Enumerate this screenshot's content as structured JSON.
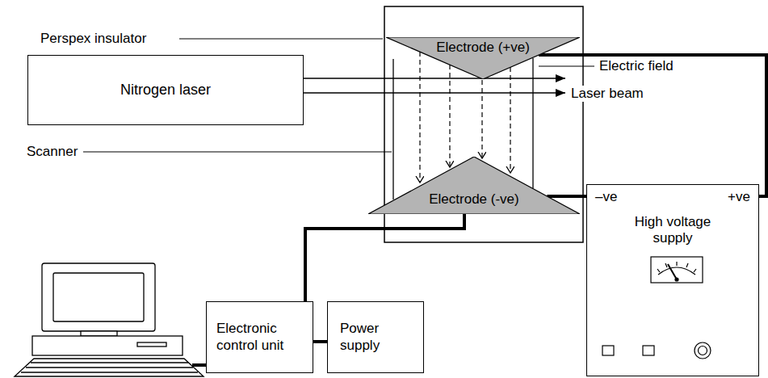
{
  "diagram": {
    "nodes": [
      {
        "text": [
          "Electrode (+ve)"
        ]
      },
      {
        "text": [
          "Nitrogen laser"
        ]
      },
      {
        "text": [
          "Electrode (-ve)"
        ]
      },
      {
        "text": [
          "–ve",
          "+ve",
          "High voltage supply"
        ]
      },
      {
        "text": [
          "Electronic control unit"
        ]
      },
      {
        "text": [
          "Power supply"
        ]
      }
    ],
    "edges": [
      {
        "from": 0,
        "to": 3,
        "arrow": "none"
      },
      {
        "from": 2,
        "to": 3,
        "arrow": "none"
      },
      {
        "from": 2,
        "to": 4,
        "arrow": "none"
      },
      {
        "from": 4,
        "to": 5,
        "arrow": "none"
      }
    ],
    "labels": [
      "Perspex insulator",
      "Electric field",
      "Laser beam",
      "Scanner"
    ]
  }
}
